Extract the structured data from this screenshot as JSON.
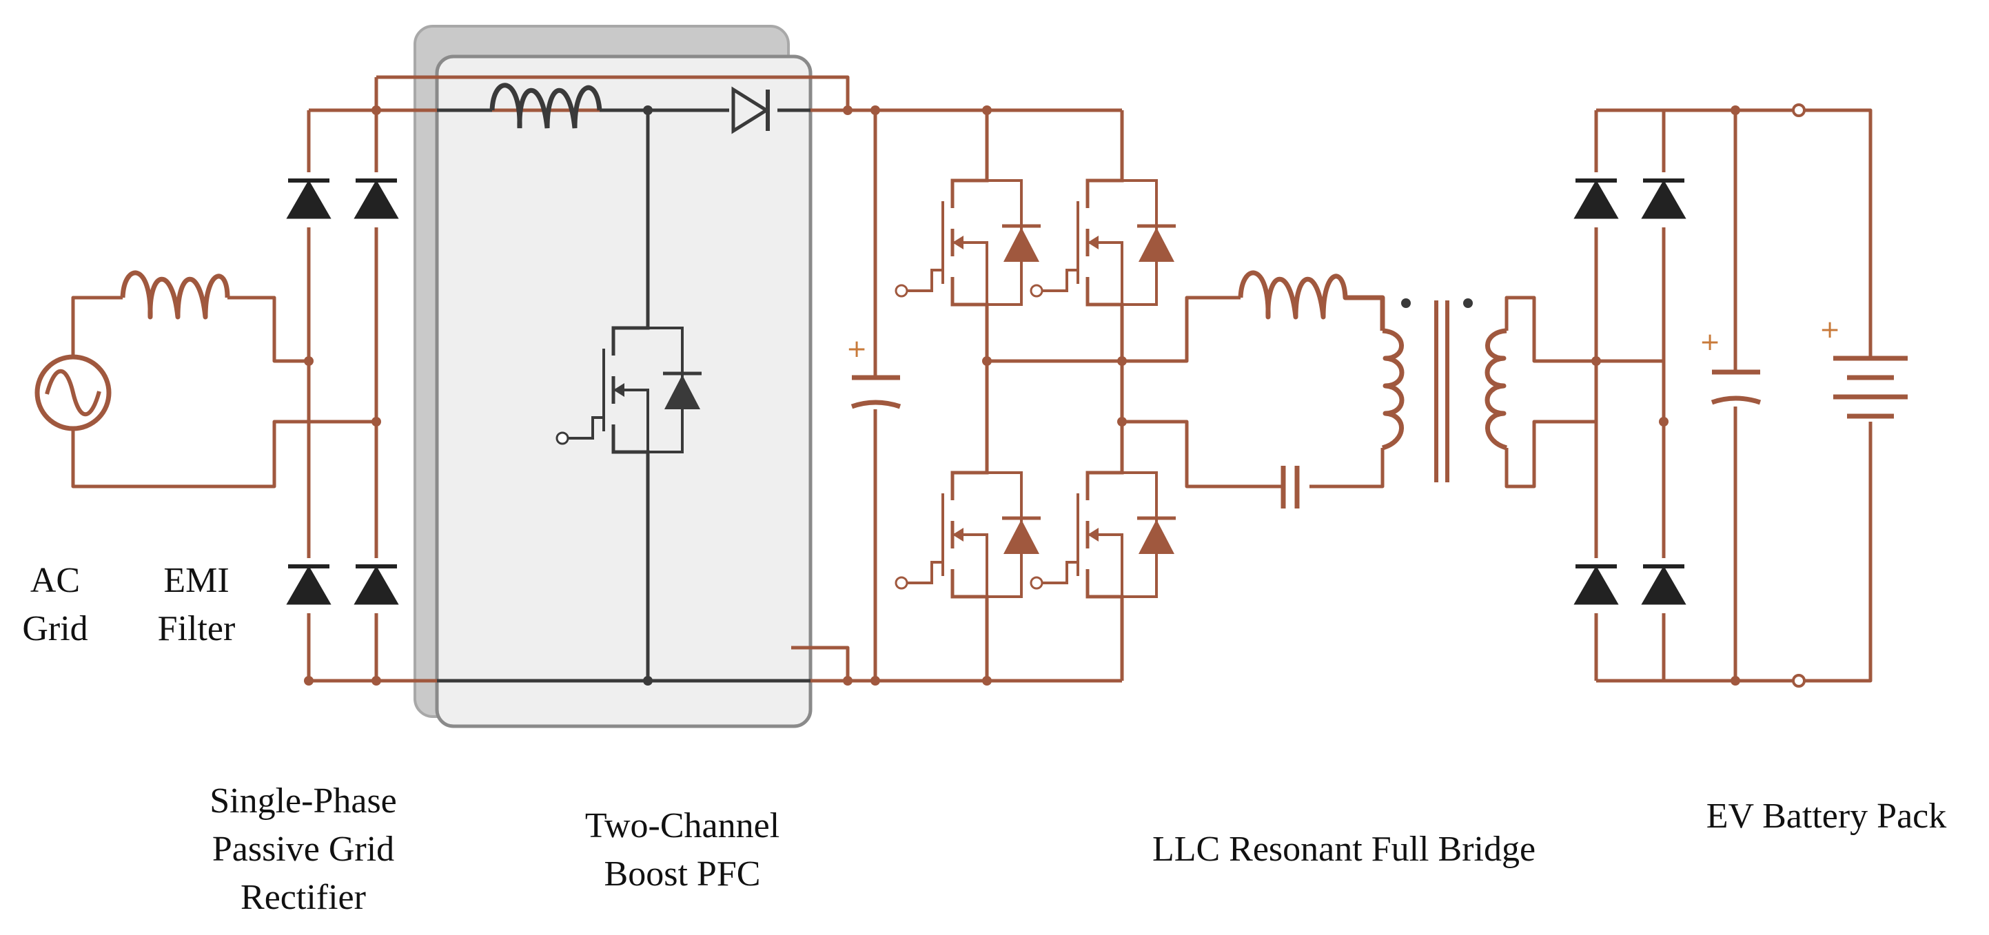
{
  "labels": {
    "ac_grid": [
      "AC",
      "Grid"
    ],
    "emi_filter": [
      "EMI",
      "Filter"
    ],
    "rectifier": [
      "Single-Phase",
      "Passive Grid",
      "Rectifier"
    ],
    "pfc": [
      "Two-Channel",
      "Boost PFC"
    ],
    "llc": [
      "LLC Resonant Full Bridge"
    ],
    "battery": [
      "EV Battery Pack"
    ]
  },
  "polarity_marks": {
    "dc_link_cap": "+",
    "output_cap": "+",
    "battery": "+"
  },
  "colors": {
    "wire": "#a0583e",
    "pfc_wire": "#3a3a3a",
    "pfc_box_fill": "#efefef",
    "pfc_shadow": "#c9c9c9",
    "text": "#111111"
  }
}
